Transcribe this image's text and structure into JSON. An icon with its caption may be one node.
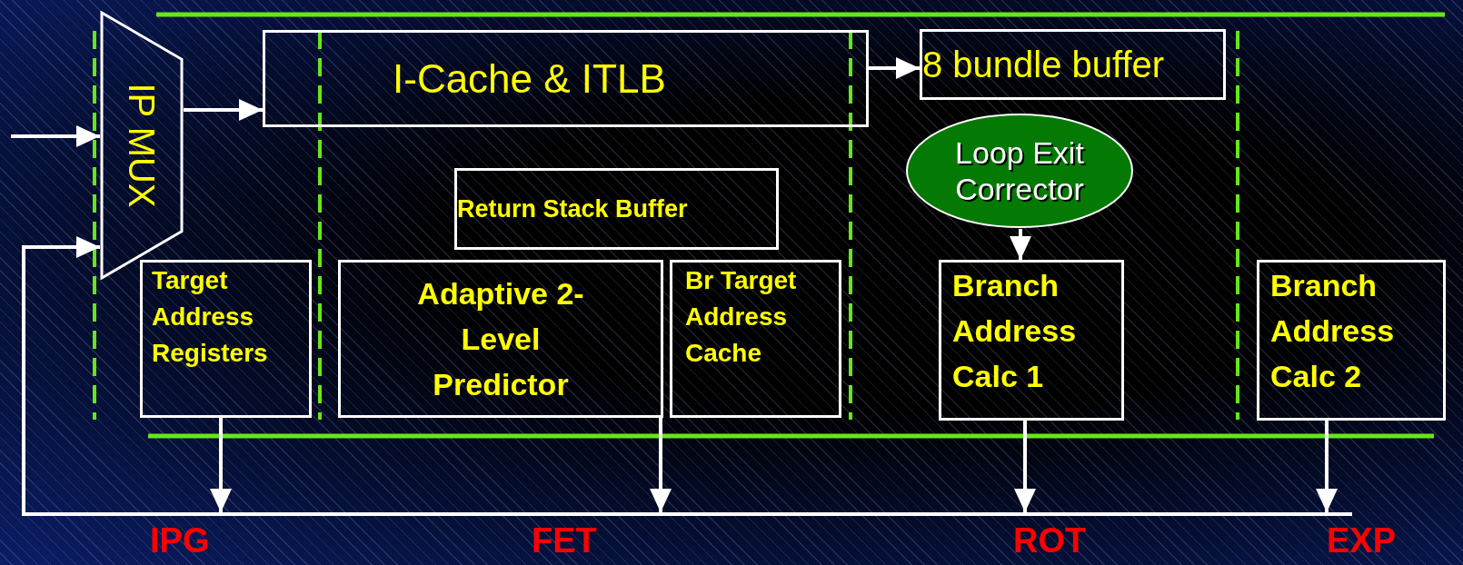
{
  "diagram": {
    "nodes": [
      {
        "text": [
          "IP MUX"
        ]
      },
      {
        "text": [
          "I-Cache & ITLB"
        ]
      },
      {
        "text": [
          "8 bundle buffer"
        ]
      },
      {
        "text": [
          "Return Stack Buffer"
        ]
      },
      {
        "text": [
          "Target Address Registers"
        ]
      },
      {
        "text": [
          "Adaptive 2-Level Predictor"
        ]
      },
      {
        "text": [
          "Br Target Address Cache"
        ]
      },
      {
        "text": [
          "Loop Exit Corrector"
        ]
      },
      {
        "text": [
          "Branch Address Calc 1"
        ]
      },
      {
        "text": [
          "Branch Address Calc 2"
        ]
      },
      {
        "text": [],
        "shape": "bar"
      }
    ],
    "edges": [
      {
        "from": null,
        "to": 0,
        "arrow": "to"
      },
      {
        "from": 0,
        "to": 1,
        "arrow": "to"
      },
      {
        "from": 1,
        "to": 2,
        "arrow": "to"
      },
      {
        "from": 7,
        "to": 8,
        "arrow": "to"
      },
      {
        "from": 4,
        "to": 10,
        "arrow": "to"
      },
      {
        "from": 5,
        "to": 10,
        "arrow": "to"
      },
      {
        "from": 8,
        "to": 10,
        "arrow": "to"
      },
      {
        "from": 9,
        "to": 10,
        "arrow": "to"
      },
      {
        "from": 10,
        "to": 0,
        "arrow": "to"
      }
    ],
    "labels": [
      "IPG",
      "FET",
      "ROT",
      "EXP"
    ]
  }
}
